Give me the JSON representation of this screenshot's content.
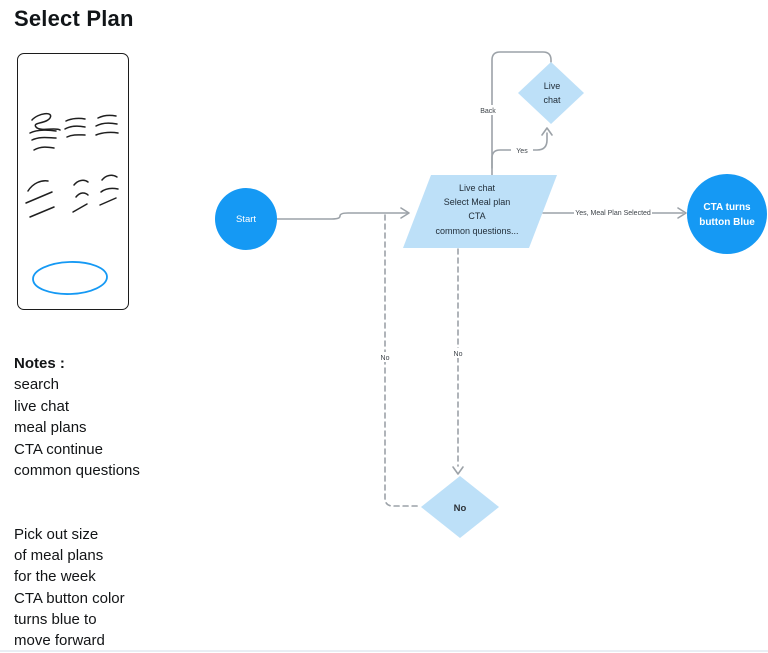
{
  "page": {
    "title": "Select Plan"
  },
  "notes": {
    "heading": "Notes :",
    "items": [
      "search",
      "live chat",
      "meal plans",
      "CTA continue",
      "common questions"
    ]
  },
  "description": {
    "lines": [
      "Pick out size",
      "of meal plans",
      "for the week",
      "CTA button color",
      "turns blue to",
      "move forward"
    ]
  },
  "flowchart": {
    "start": {
      "label": "Start"
    },
    "process": {
      "lines": [
        "Live chat",
        "Select Meal plan",
        "CTA",
        "common questions..."
      ]
    },
    "decision_top": {
      "lines": [
        "Live",
        "chat"
      ]
    },
    "decision_bottom": {
      "label": "No"
    },
    "end": {
      "lines": [
        "CTA turns",
        "button Blue"
      ]
    },
    "edges": {
      "back_label": "Back",
      "yes_label": "Yes",
      "yes_meal_plan_label": "Yes, Meal Plan Selected",
      "no_left_label": "No",
      "no_right_label": "No"
    },
    "colors": {
      "node_primary": "#1599F4",
      "node_secondary": "#BDE0F8",
      "connector": "#9CA2A8"
    }
  }
}
